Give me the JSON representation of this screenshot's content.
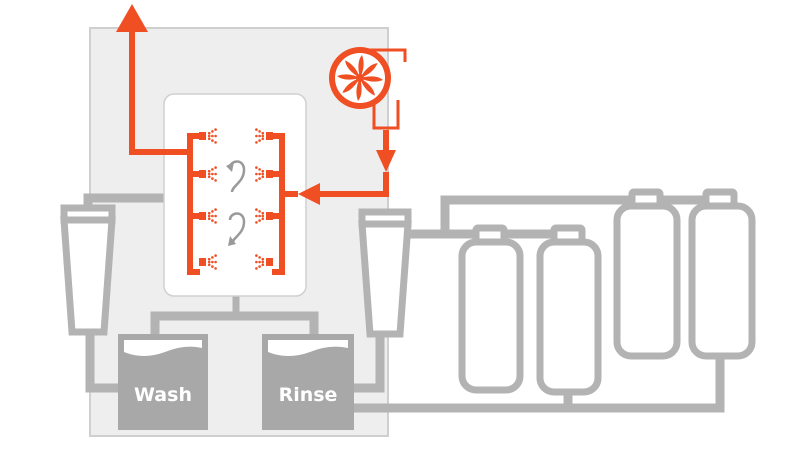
{
  "diagram": {
    "tanks": [
      {
        "id": "wash",
        "label": "Wash"
      },
      {
        "id": "rinse",
        "label": "Rinse"
      }
    ]
  },
  "colors": {
    "accent": "#f04e23",
    "pipe": "#b3b3b3",
    "cabinet": "#eeeeee",
    "tank_fill": "#a8a8a8"
  },
  "icons": [
    "fan-icon",
    "rotate-arrows-icon",
    "spray-nozzle-icon",
    "arrow-up-icon",
    "arrow-down-icon",
    "arrow-left-icon"
  ]
}
